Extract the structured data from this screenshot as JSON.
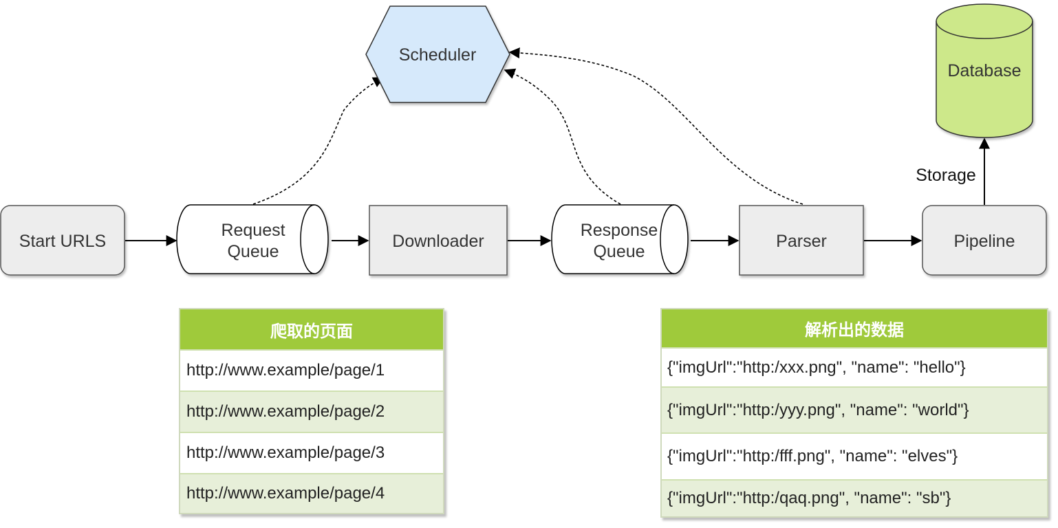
{
  "nodes": {
    "start": "Start URLS",
    "request_queue": [
      "Request",
      "Queue"
    ],
    "downloader": "Downloader",
    "response_queue": [
      "Response",
      "Queue"
    ],
    "parser": "Parser",
    "pipeline": "Pipeline",
    "scheduler": "Scheduler",
    "database": "Database"
  },
  "edge_labels": {
    "storage": "Storage"
  },
  "crawled_pages": {
    "title": "爬取的页面",
    "rows": [
      "http://www.example/page/1",
      "http://www.example/page/2",
      "http://www.example/page/3",
      "http://www.example/page/4"
    ]
  },
  "parsed_data": {
    "title": "解析出的数据",
    "rows": [
      "{\"imgUrl\":\"http:/xxx.png\", \"name\": \"hello\"}",
      " {\"imgUrl\":\"http:/yyy.png\", \"name\": \"world\"}",
      " {\"imgUrl\":\"http:/fff.png\", \"name\": \"elves\"}",
      "{\"imgUrl\":\"http:/qaq.png\", \"name\": \"sb\"}"
    ]
  },
  "colors": {
    "box_fill": "#ededed",
    "scheduler_fill": "#d6e9fb",
    "database_fill": "#cde88a",
    "table_header": "#9fca3b",
    "table_alt_row": "#e7efd9"
  }
}
